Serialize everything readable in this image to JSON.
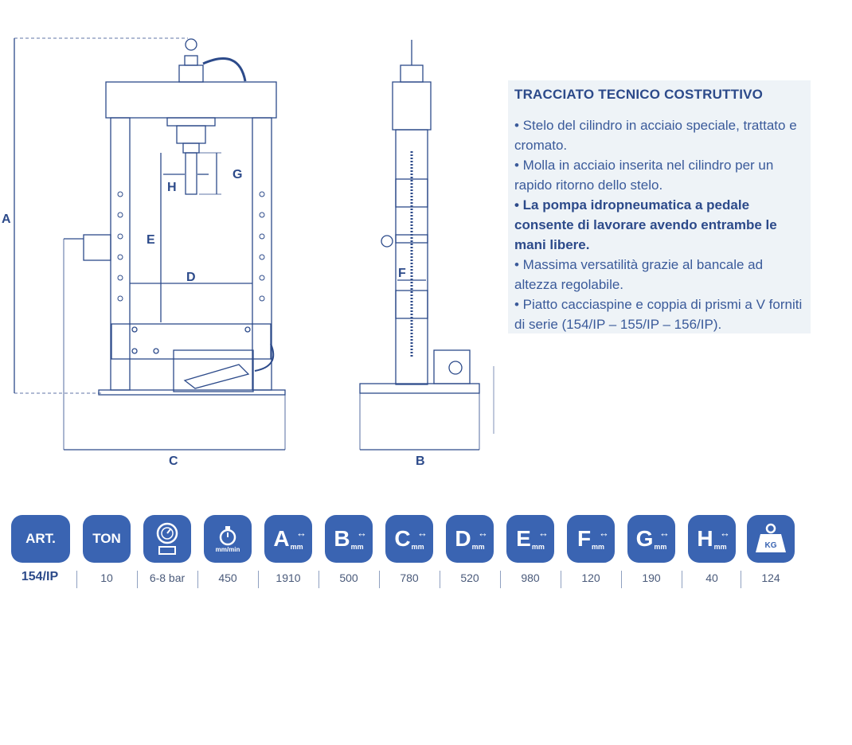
{
  "drawing_labels": {
    "a": "A",
    "b": "B",
    "c": "C",
    "d": "D",
    "e": "E",
    "f": "F",
    "g": "G",
    "h": "H"
  },
  "panel": {
    "title": "TRACCIATO TECNICO COSTRUTTIVO",
    "bullets": [
      {
        "text": "• Stelo del cilindro in acciaio speciale, trattato e cromato.",
        "bold": false
      },
      {
        "text": "• Molla in acciaio inserita nel cilindro per un rapido ritorno dello stelo.",
        "bold": false
      },
      {
        "text": "• La pompa idropneumatica a pedale consente di lavorare avendo entrambe le mani libere.",
        "bold": true
      },
      {
        "text": "• Massima versatilità grazie al bancale ad altezza regolabile.",
        "bold": false
      },
      {
        "text": "• Piatto cacciaspine e coppia di prismi a V forniti di serie (154/IP – 155/IP – 156/IP).",
        "bold": false
      }
    ]
  },
  "specs": {
    "art_label": "ART.",
    "ton_label": "TON",
    "speed_unit": "mm/min",
    "mm_unit": "mm",
    "kg_label": "KG",
    "letters": [
      "A",
      "B",
      "C",
      "D",
      "E",
      "F",
      "G",
      "H"
    ],
    "values": {
      "art": "154/IP",
      "ton": "10",
      "pressure": "6-8 bar",
      "speed": "450",
      "a": "1910",
      "b": "500",
      "c": "780",
      "d": "520",
      "e": "980",
      "f": "120",
      "g": "190",
      "h": "40",
      "kg": "124"
    }
  },
  "colors": {
    "accent": "#3a64b2",
    "line": "#2c4a8a",
    "panel_bg": "#eef3f7"
  }
}
